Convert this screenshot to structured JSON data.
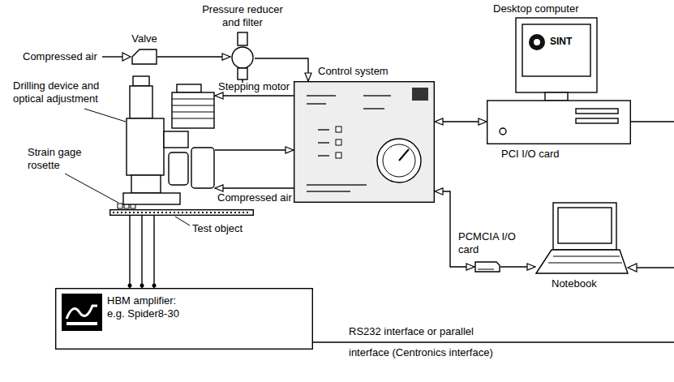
{
  "diagram": {
    "nodes": [
      {
        "text": [
          "Valve"
        ]
      },
      {
        "text": [
          "Pressure reducer and filter"
        ]
      },
      {
        "text": [
          "Drilling device and optical adjustment"
        ]
      },
      {
        "text": [
          "Control system"
        ]
      },
      {
        "text": [
          "Desktop computer",
          "PCI I/O card"
        ]
      },
      {
        "text": [
          "Test object"
        ]
      },
      {
        "text": [
          "PCMCIA I/O card"
        ]
      },
      {
        "text": [
          "Notebook"
        ]
      },
      {
        "text": [
          "HBM amplifier: e.g. Spider8-30"
        ]
      }
    ],
    "edges": [
      {
        "from": 0,
        "to": 1,
        "arrow": "to"
      },
      {
        "from": 1,
        "to": 3,
        "arrow": "to"
      },
      {
        "from": 3,
        "to": 2,
        "label": "Stepping motor",
        "arrow": "to"
      },
      {
        "from": 2,
        "to": 3,
        "arrow": "to"
      },
      {
        "from": 3,
        "to": 2,
        "label": "Compressed air",
        "arrow": "to"
      },
      {
        "from": 3,
        "to": 4,
        "arrow": "both"
      },
      {
        "from": 3,
        "to": 6,
        "arrow": "both"
      },
      {
        "from": 6,
        "to": 7,
        "arrow": "to"
      },
      {
        "from": 5,
        "to": 8,
        "arrow": "none"
      }
    ],
    "labels": [
      "Compressed air",
      "Strain gage rosette",
      "SINT",
      "RS232 interface or parallel interface (Centronics interface)"
    ]
  }
}
